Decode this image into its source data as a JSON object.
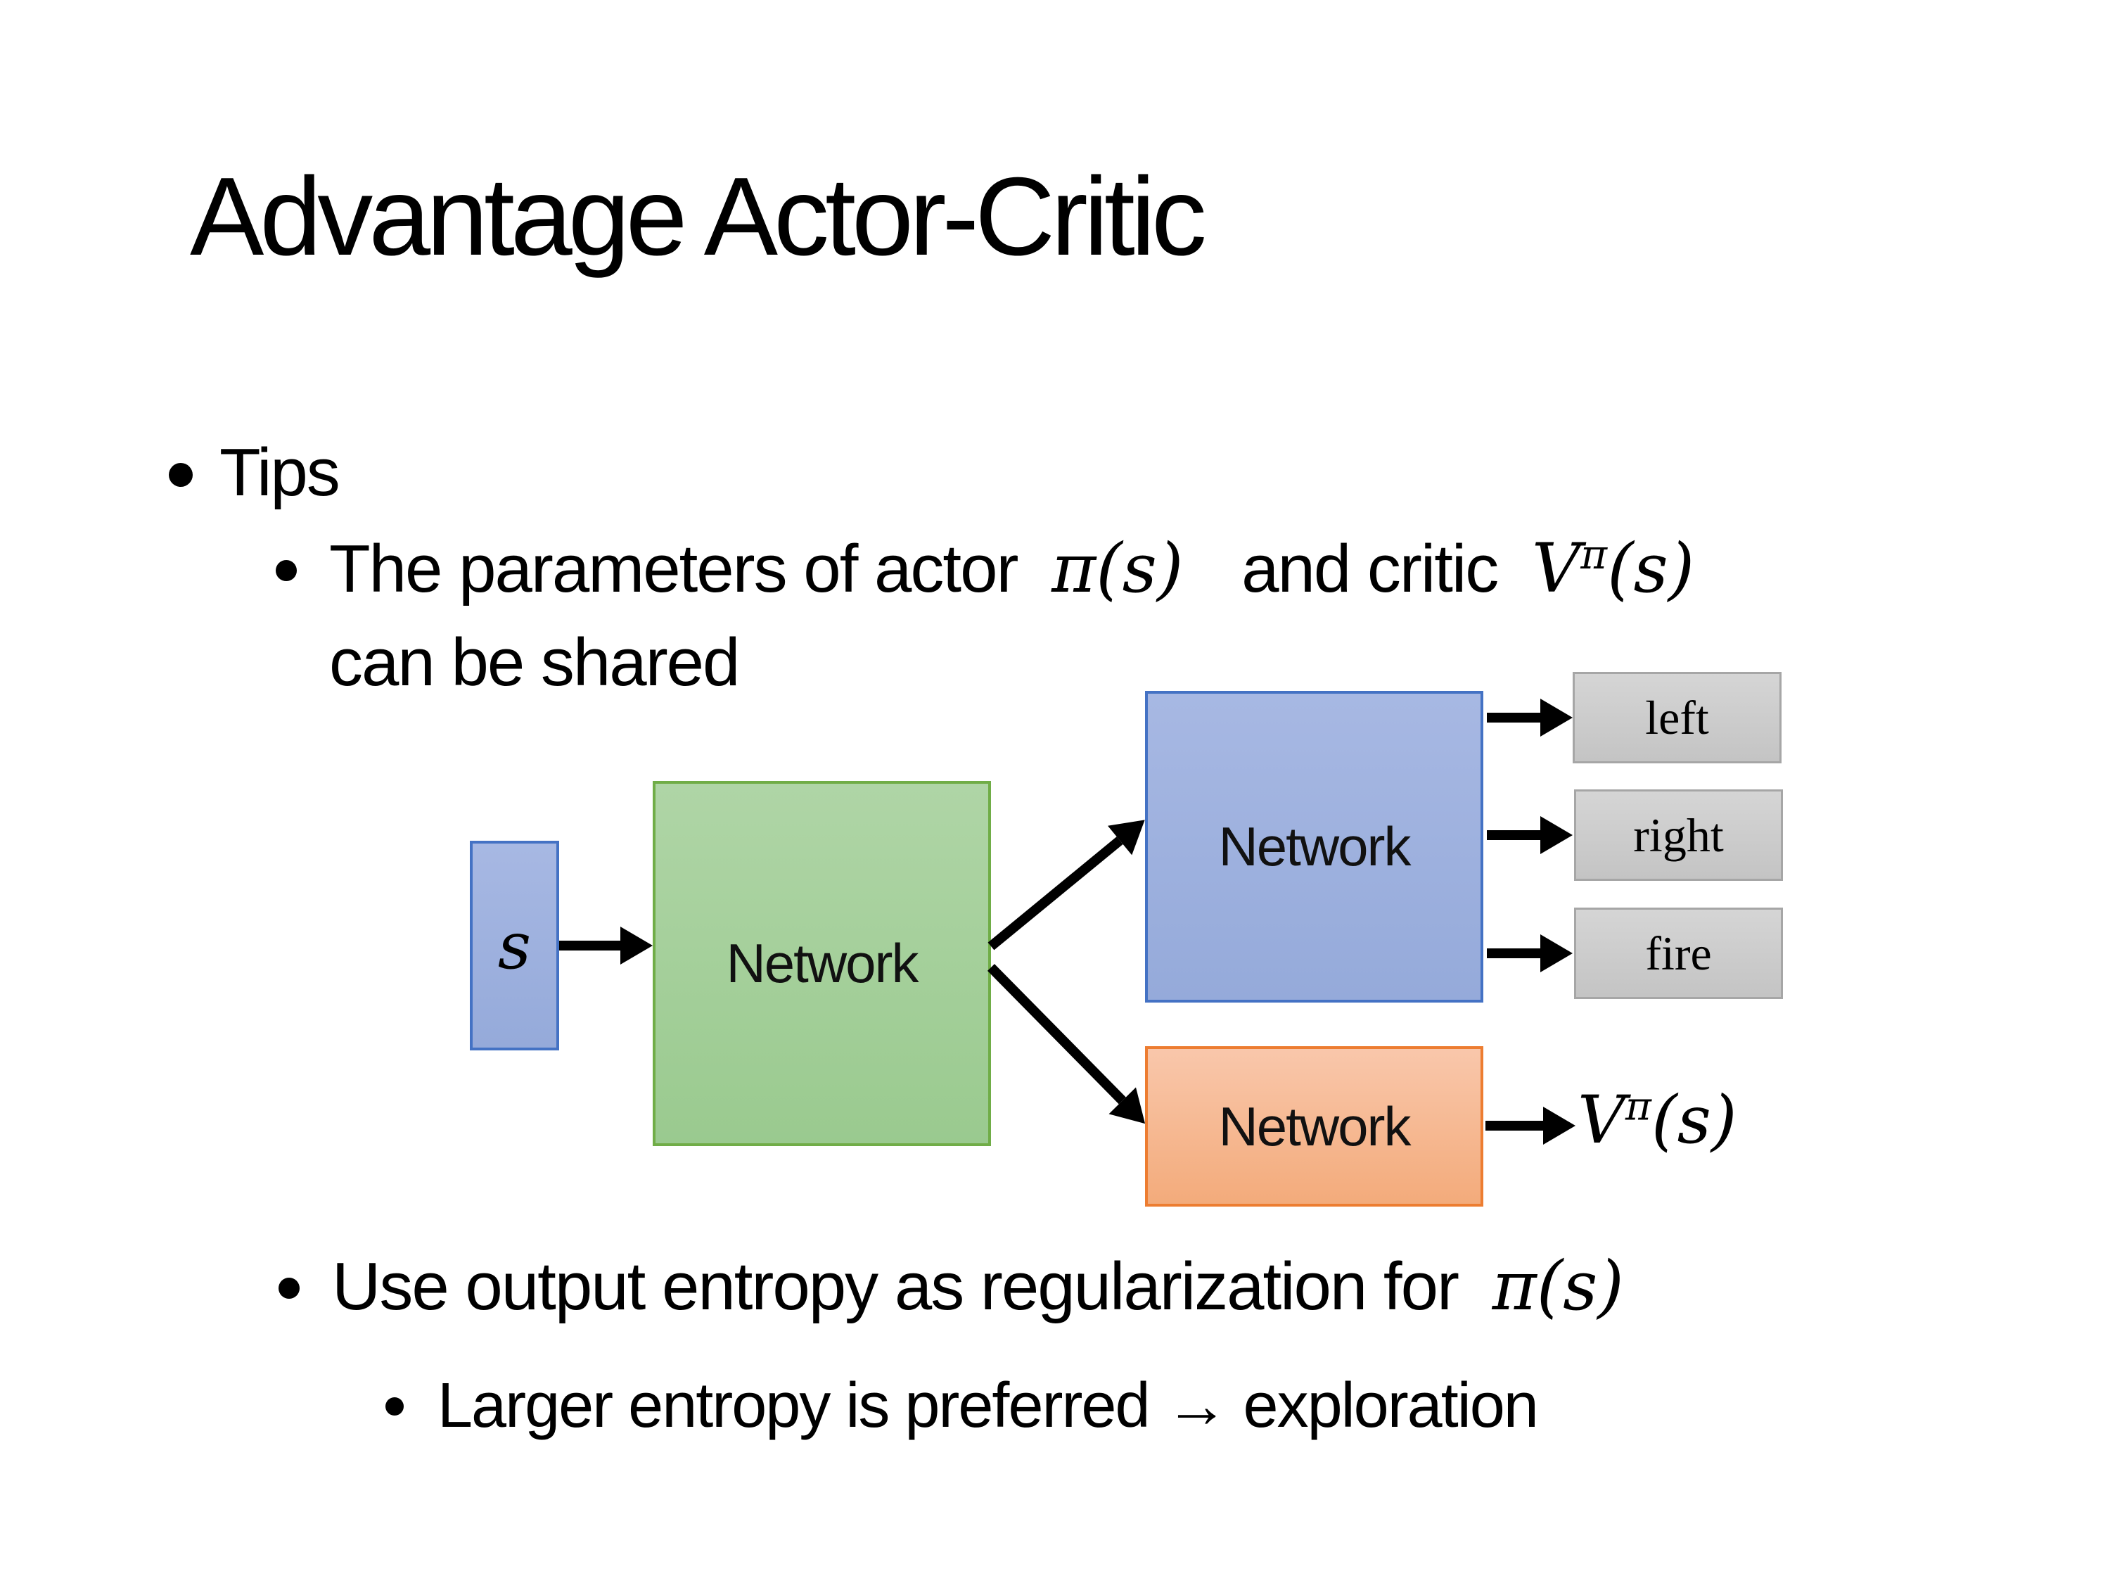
{
  "slide": {
    "title": "Advantage Actor-Critic"
  },
  "bullets": {
    "tips": "Tips",
    "param": {
      "pre": "The parameters of actor",
      "math1": "π(s)",
      "mid": "and critic",
      "v_base": "V",
      "v_sup": "π",
      "v_args": "(s)",
      "line2": "can be shared"
    },
    "entropy": {
      "pre": "Use output entropy as regularization for",
      "math": "π(s)"
    },
    "larger": "Larger entropy is preferred → exploration"
  },
  "diagram": {
    "state_label": "s",
    "shared_network_label": "Network",
    "actor_network_label": "Network",
    "critic_network_label": "Network",
    "actions": [
      "left",
      "right",
      "fire"
    ],
    "critic_output": {
      "base": "V",
      "sup": "π",
      "args": "(s)"
    },
    "colors": {
      "state_box_fill": "#9FB2DF",
      "state_box_border": "#4472C4",
      "shared_box_fill": "#A9D2A0",
      "shared_box_border": "#70AD47",
      "actor_box_fill": "#9FB2DF",
      "actor_box_border": "#4472C4",
      "critic_box_fill": "#F5B58B",
      "critic_box_border": "#ED7D31",
      "action_box_fill": "#CCCCCC",
      "action_box_border": "#A6A6A6",
      "arrow_color": "#000000",
      "text_color": "#000000"
    }
  }
}
